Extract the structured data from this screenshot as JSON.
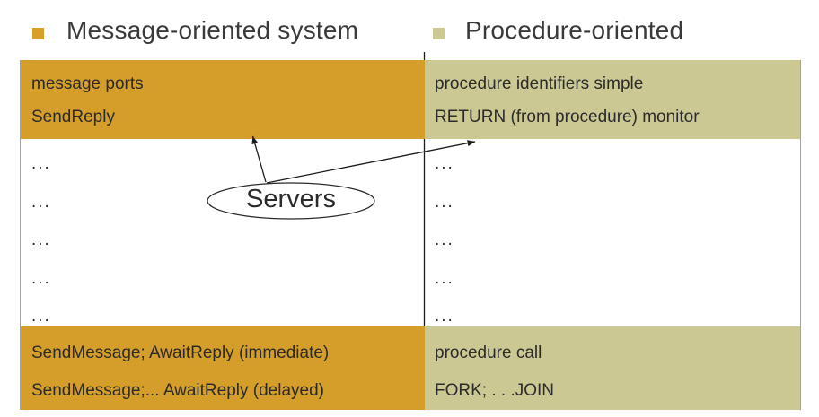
{
  "titles": {
    "left": "Message-oriented system",
    "right": "Procedure-oriented"
  },
  "legend_colors": {
    "message_oriented": "#d59e2b",
    "procedure_oriented": "#ccc893",
    "divider_line": "#1c1c1c",
    "outer_border": "#a3a3a3"
  },
  "comparison_table": {
    "message_oriented": {
      "header": [
        "message ports",
        "SendReply"
      ],
      "body": [
        "...",
        "...",
        "...",
        "...",
        "..."
      ],
      "footer": [
        "SendMessage; AwaitReply (immediate)",
        "SendMessage;... AwaitReply (delayed)"
      ]
    },
    "procedure_oriented": {
      "header": [
        "procedure identifiers simple",
        "RETURN (from procedure) monitor"
      ],
      "body": [
        "...",
        "...",
        "...",
        "...",
        "..."
      ],
      "footer": [
        "procedure call",
        "FORK; . . .JOIN"
      ]
    }
  },
  "callout": {
    "label": "Servers"
  }
}
